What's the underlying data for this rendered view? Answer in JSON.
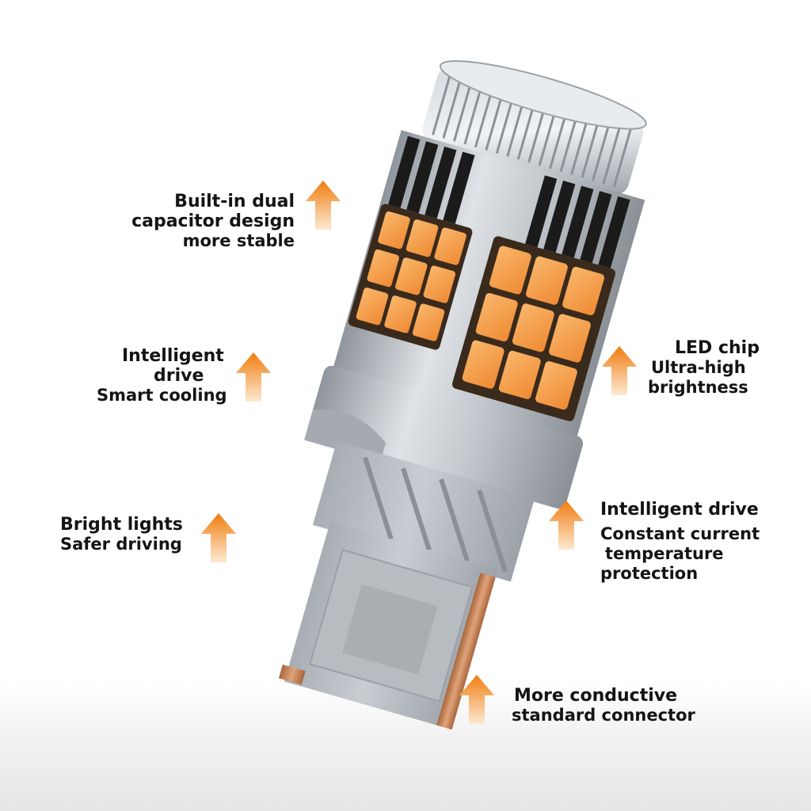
{
  "features": {
    "capacitor": {
      "line1": "Built-in dual",
      "line2": "capacitor design",
      "line3": "more stable"
    },
    "cooling": {
      "line1": "Intelligent",
      "line2": "drive",
      "line3": "Smart cooling"
    },
    "bright": {
      "line1": "Bright lights",
      "line2": "Safer driving"
    },
    "led_chip": {
      "line1": "LED chip",
      "line2": "Ultra-high",
      "line3": "brightness"
    },
    "constant": {
      "line1": "Intelligent drive",
      "line2": "Constant current",
      "line3": "temperature",
      "line4": "protection"
    },
    "connector": {
      "line1": "More conductive",
      "line2": "standard connector"
    }
  },
  "colors": {
    "arrow_top": "#f07d10",
    "arrow_bottom": "#fde9d2",
    "led_amber": "#f6a04a",
    "metal": "#b9bec4",
    "copper": "#c9814f"
  },
  "icons": [
    "up-arrow-icon"
  ]
}
